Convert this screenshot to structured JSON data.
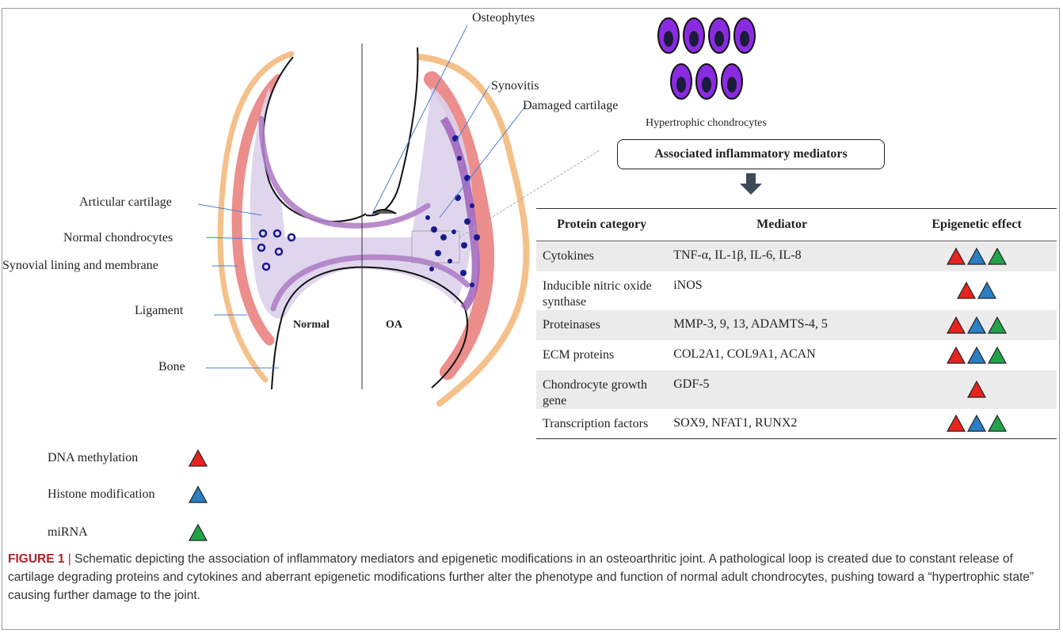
{
  "colors": {
    "red": "#e8231f",
    "blue": "#2b7fc3",
    "green": "#22a34a",
    "cartilage": "#b07fc7",
    "synovium": "#e87a78",
    "ligament": "#f5c08a",
    "cell": "#8a2be2"
  },
  "diagram": {
    "labels": {
      "osteophytes": "Osteophytes",
      "synovitis": "Synovitis",
      "damaged_cartilage": "Damaged cartilage",
      "hypertrophic": "Hypertrophic chondrocytes",
      "articular_cartilage": "Articular cartilage",
      "normal_chondrocytes": "Normal chondrocytes",
      "synovial_lining": "Synovial lining and membrane",
      "ligament": "Ligament",
      "bone": "Bone",
      "normal": "Normal",
      "oa": "OA"
    },
    "associated_box": "Associated inflammatory mediators"
  },
  "table": {
    "headers": [
      "Protein category",
      "Mediator",
      "Epigenetic effect"
    ],
    "rows": [
      {
        "category": "Cytokines",
        "mediator": "TNF-α, IL-1β, IL-6, IL-8",
        "effects": [
          "red",
          "blue",
          "green"
        ],
        "shaded": true
      },
      {
        "category": "Inducible nitric oxide synthase",
        "mediator": "iNOS",
        "effects": [
          "red",
          "blue"
        ],
        "shaded": false
      },
      {
        "category": "Proteinases",
        "mediator": "MMP-3, 9, 13, ADAMTS-4, 5",
        "effects": [
          "red",
          "blue",
          "green"
        ],
        "shaded": true
      },
      {
        "category": "ECM proteins",
        "mediator": "COL2A1, COL9A1, ACAN",
        "effects": [
          "red",
          "blue",
          "green"
        ],
        "shaded": false
      },
      {
        "category": "Chondrocyte growth gene",
        "mediator": "GDF-5",
        "effects": [
          "red"
        ],
        "shaded": true
      },
      {
        "category": "Transcription factors",
        "mediator": "SOX9, NFAT1, RUNX2",
        "effects": [
          "red",
          "blue",
          "green"
        ],
        "shaded": false
      }
    ]
  },
  "legend": [
    {
      "label": "DNA methylation",
      "color": "red"
    },
    {
      "label": "Histone modification",
      "color": "blue"
    },
    {
      "label": "miRNA",
      "color": "green"
    }
  ],
  "caption": {
    "figure_label": "FIGURE 1",
    "separator": " | ",
    "text": "Schematic depicting the association of inflammatory mediators and epigenetic modifications in an osteoarthritic joint. A pathological loop is created due to constant release of cartilage degrading proteins and cytokines and aberrant epigenetic modifications further alter the phenotype and function of normal adult chondrocytes, pushing toward a “hypertrophic state” causing further damage to the joint."
  }
}
